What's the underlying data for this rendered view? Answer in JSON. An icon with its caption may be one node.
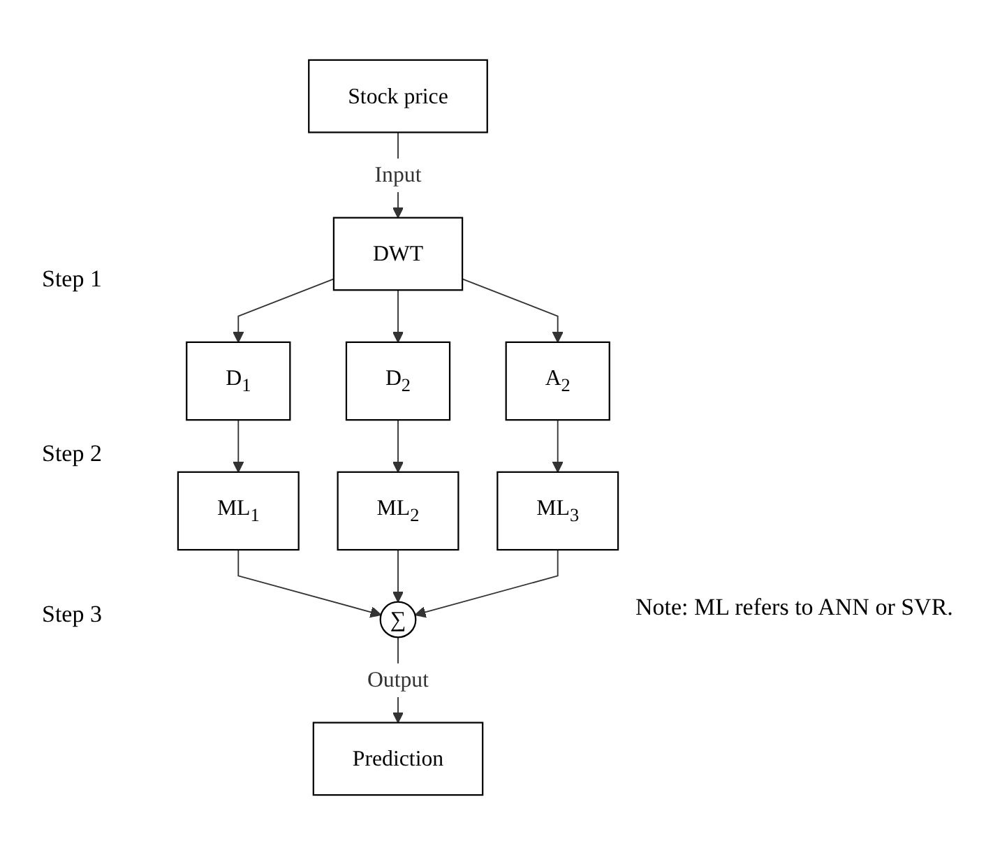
{
  "diagram": {
    "nodes": [
      {
        "text": [
          "Stock price"
        ]
      },
      {
        "text": [
          "DWT"
        ]
      },
      {
        "text": [
          "D$_{1}$"
        ]
      },
      {
        "text": [
          "D$_{2}$"
        ]
      },
      {
        "text": [
          "A$_{2}$"
        ]
      },
      {
        "text": [
          "ML$_{1}$"
        ]
      },
      {
        "text": [
          "ML$_{2}$"
        ]
      },
      {
        "text": [
          "ML$_{3}$"
        ]
      },
      {
        "text": [
          "∑"
        ]
      },
      {
        "text": [
          "Prediction"
        ]
      }
    ],
    "edges": [
      {
        "from": 0,
        "to": 1,
        "arrow": "to",
        "label": "Input"
      },
      {
        "from": 1,
        "to": 2,
        "arrow": "to"
      },
      {
        "from": 1,
        "to": 3,
        "arrow": "to"
      },
      {
        "from": 1,
        "to": 4,
        "arrow": "to"
      },
      {
        "from": 2,
        "to": 5,
        "arrow": "to"
      },
      {
        "from": 3,
        "to": 6,
        "arrow": "to"
      },
      {
        "from": 4,
        "to": 7,
        "arrow": "to"
      },
      {
        "from": 5,
        "to": 8,
        "arrow": "to"
      },
      {
        "from": 6,
        "to": 8,
        "arrow": "to"
      },
      {
        "from": 7,
        "to": 8,
        "arrow": "to"
      },
      {
        "from": 8,
        "to": 9,
        "arrow": "to",
        "label": "Output"
      }
    ],
    "labels": [
      "Step 1",
      "Step 2",
      "Step 3",
      "Note: ML refers to ANN or SVR."
    ]
  }
}
